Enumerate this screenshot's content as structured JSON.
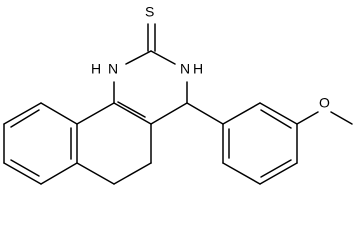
{
  "molecule": {
    "atoms": {
      "sulfur": "S",
      "nh_left": "H\nN",
      "nh_left_text": "N",
      "nh_left_h": "H",
      "nh_right_text": "N",
      "nh_right_h": "H",
      "oxygen": "O"
    }
  },
  "colors": {
    "bond": "#000000",
    "background": "#ffffff"
  }
}
